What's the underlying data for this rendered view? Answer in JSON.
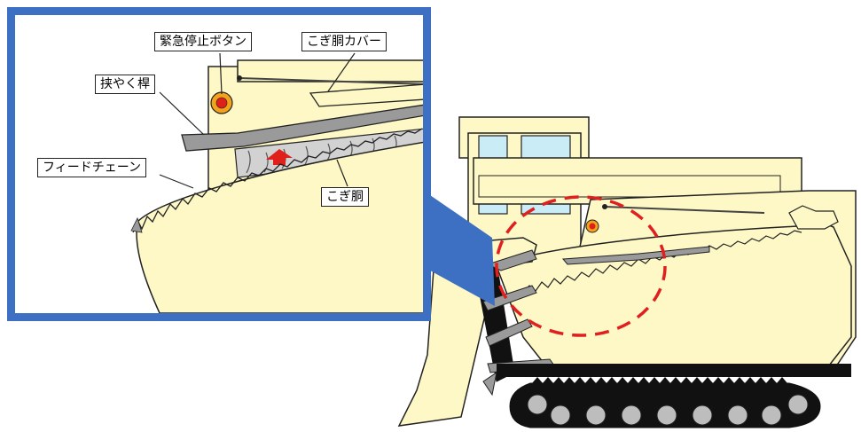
{
  "labels": {
    "emergency_stop": "緊急停止ボタン",
    "threshing_cover": "こぎ胴カバー",
    "clamp_rod": "挟やく桿",
    "feed_chain": "フィードチェーン",
    "threshing_drum": "こぎ胴"
  },
  "colors": {
    "body_fill": "#fdf8c6",
    "outline": "#222222",
    "callout_border": "#3d6fc2",
    "glass": "#c9ecf6",
    "button_red": "#e0201a",
    "button_ring": "#f2a21b",
    "highlight_circle": "#e02020",
    "rod_gray": "#9a9a9a",
    "track_black": "#111111",
    "wheel_gray": "#bdbdbd"
  },
  "icons": {
    "emergency_button": "emergency-stop-button-icon",
    "highlight": "dashed-circle-highlight"
  }
}
